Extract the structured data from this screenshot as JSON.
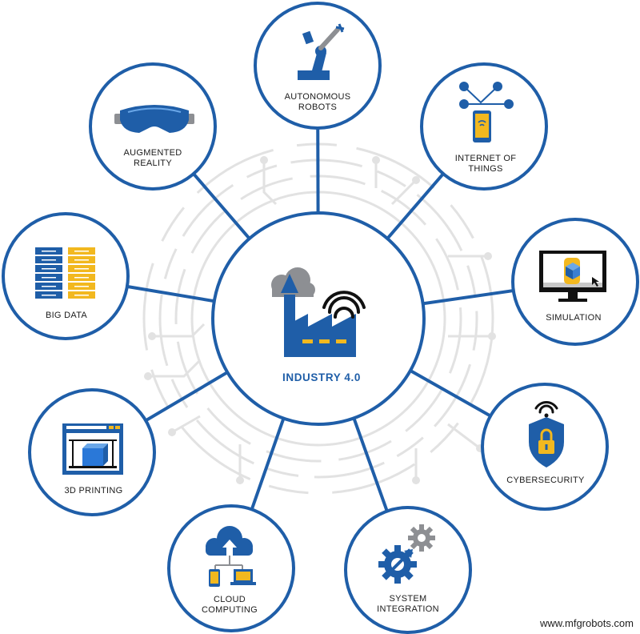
{
  "center": {
    "label": "INDUSTRY 4.0"
  },
  "nodes": {
    "autonomous_robots": {
      "lines": [
        "AUTONOMOUS",
        "ROBOTS"
      ],
      "icon": "robot-arm-icon"
    },
    "internet_of_things": {
      "lines": [
        "INTERNET OF",
        "THINGS"
      ],
      "icon": "smartphone-network-icon"
    },
    "simulation": {
      "lines": [
        "SIMULATION"
      ],
      "icon": "monitor-simulation-icon"
    },
    "cybersecurity": {
      "lines": [
        "CYBERSECURITY"
      ],
      "icon": "shield-lock-icon"
    },
    "system_integration": {
      "lines": [
        "SYSTEM",
        "INTEGRATION"
      ],
      "icon": "gears-icon"
    },
    "cloud_computing": {
      "lines": [
        "CLOUD",
        "COMPUTING"
      ],
      "icon": "cloud-devices-icon"
    },
    "3d_printing": {
      "lines": [
        "3D PRINTING"
      ],
      "icon": "3d-printer-icon"
    },
    "big_data": {
      "lines": [
        "BIG DATA"
      ],
      "icon": "server-racks-icon"
    },
    "augmented_reality": {
      "lines": [
        "AUGMENTED",
        "REALITY"
      ],
      "icon": "vr-headset-icon"
    }
  },
  "watermark": "www.mfgrobots.com",
  "colors": {
    "primary_blue": "#1f5ea8",
    "accent_yellow": "#f2b81f",
    "circuit_gray": "#e2e2e2",
    "cloud_gray": "#8d8f93"
  }
}
